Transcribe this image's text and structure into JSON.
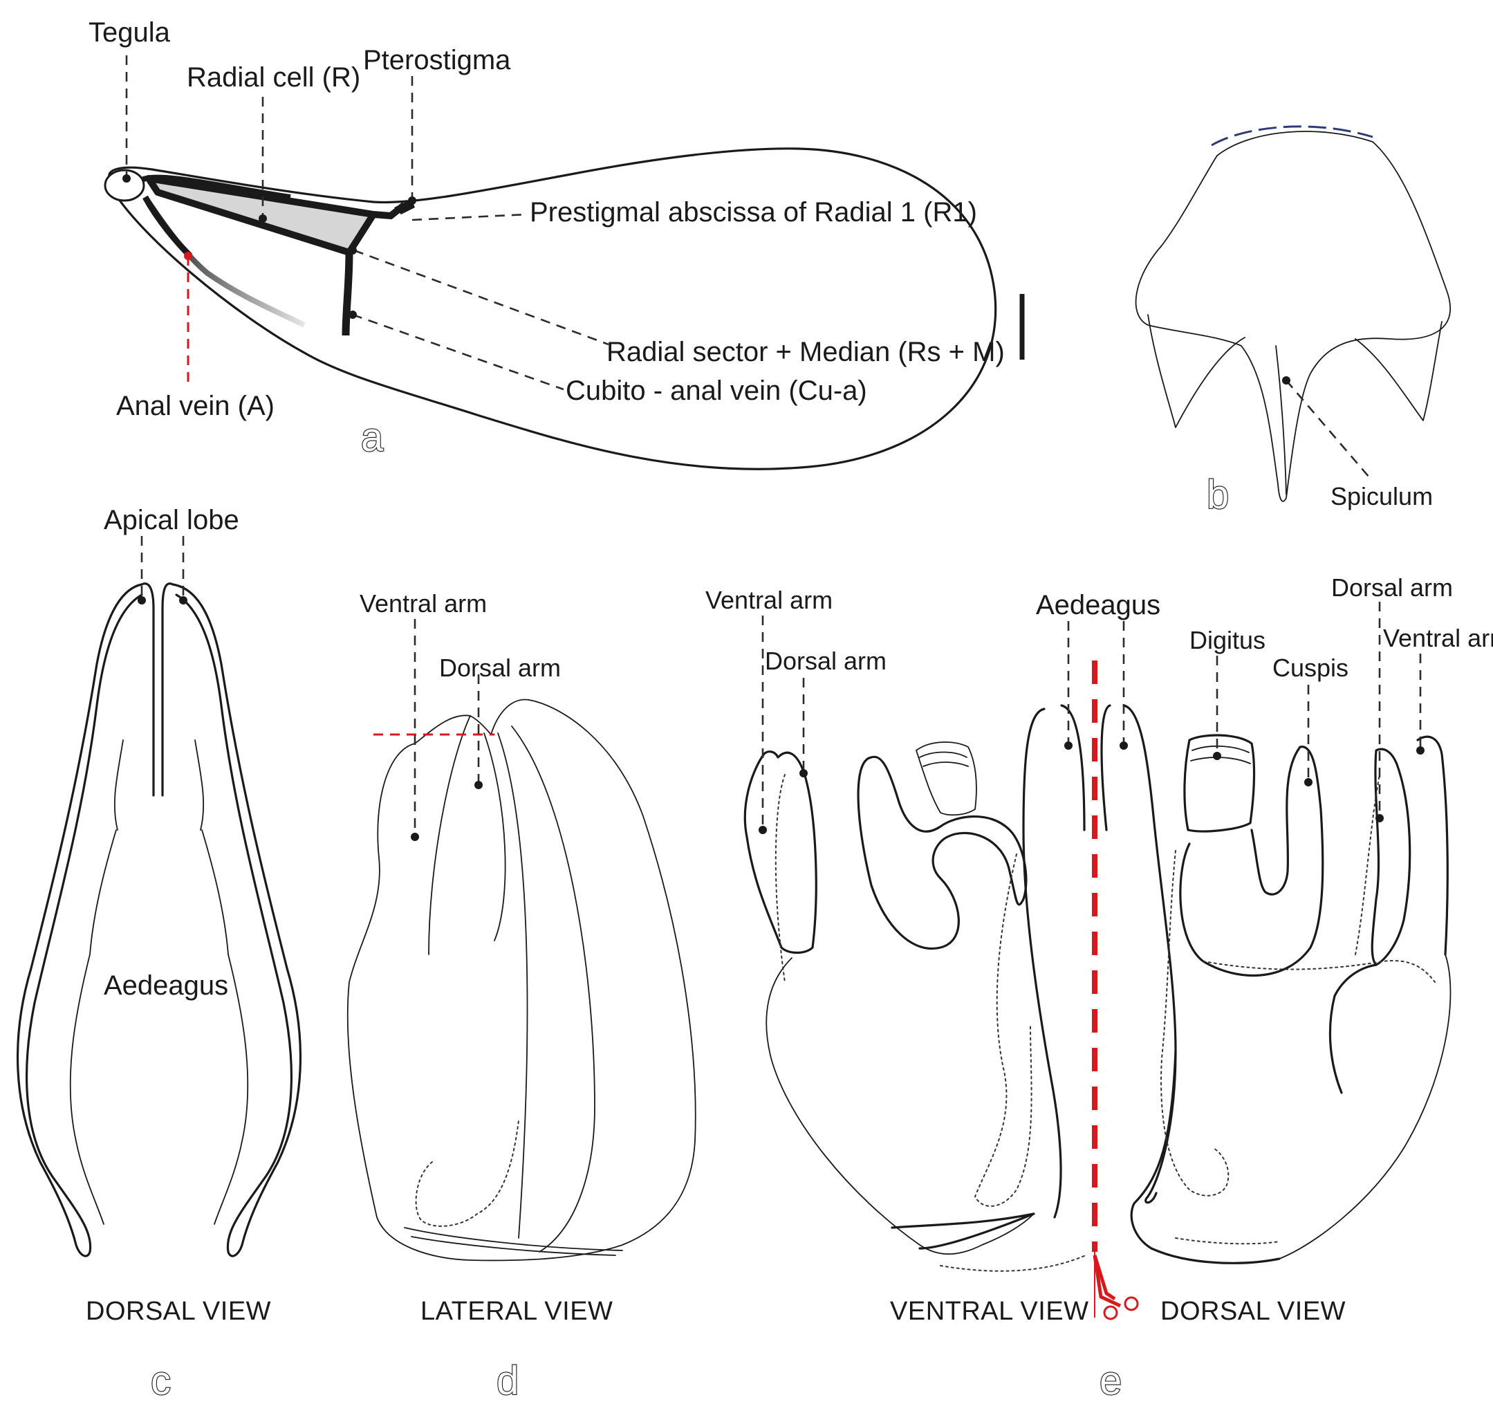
{
  "colors": {
    "ink": "#1a1a1a",
    "red": "#d7191c",
    "navy": "#2e3a7a",
    "cell_fill": "#d6d6d6"
  },
  "panels": {
    "a": {
      "letter": "a",
      "labels": {
        "tegula": "Tegula",
        "radial_cell": "Radial cell (R)",
        "pterostigma": "Pterostigma",
        "prestigmal": "Prestigmal abscissa of Radial 1 (R1)",
        "rs_m": "Radial sector + Median (Rs + M)",
        "cu_a": "Cubito - anal vein (Cu-a)",
        "anal_vein": "Anal vein (A)"
      }
    },
    "b": {
      "letter": "b",
      "labels": {
        "spiculum": "Spiculum"
      }
    },
    "c": {
      "letter": "c",
      "view": "DORSAL VIEW",
      "labels": {
        "apical_lobe": "Apical lobe",
        "aedeagus": "Aedeagus"
      }
    },
    "d": {
      "letter": "d",
      "view": "LATERAL VIEW",
      "labels": {
        "ventral_arm": "Ventral arm",
        "dorsal_arm": "Dorsal arm"
      }
    },
    "e": {
      "letter": "e",
      "view_left": "VENTRAL VIEW",
      "view_right": "DORSAL VIEW",
      "labels": {
        "ventral_arm_left": "Ventral arm",
        "dorsal_arm_left": "Dorsal arm",
        "aedeagus": "Aedeagus",
        "digitus": "Digitus",
        "cuspis": "Cuspis",
        "dorsal_arm_right": "Dorsal arm",
        "ventral_arm_right": "Ventral arm"
      }
    }
  }
}
